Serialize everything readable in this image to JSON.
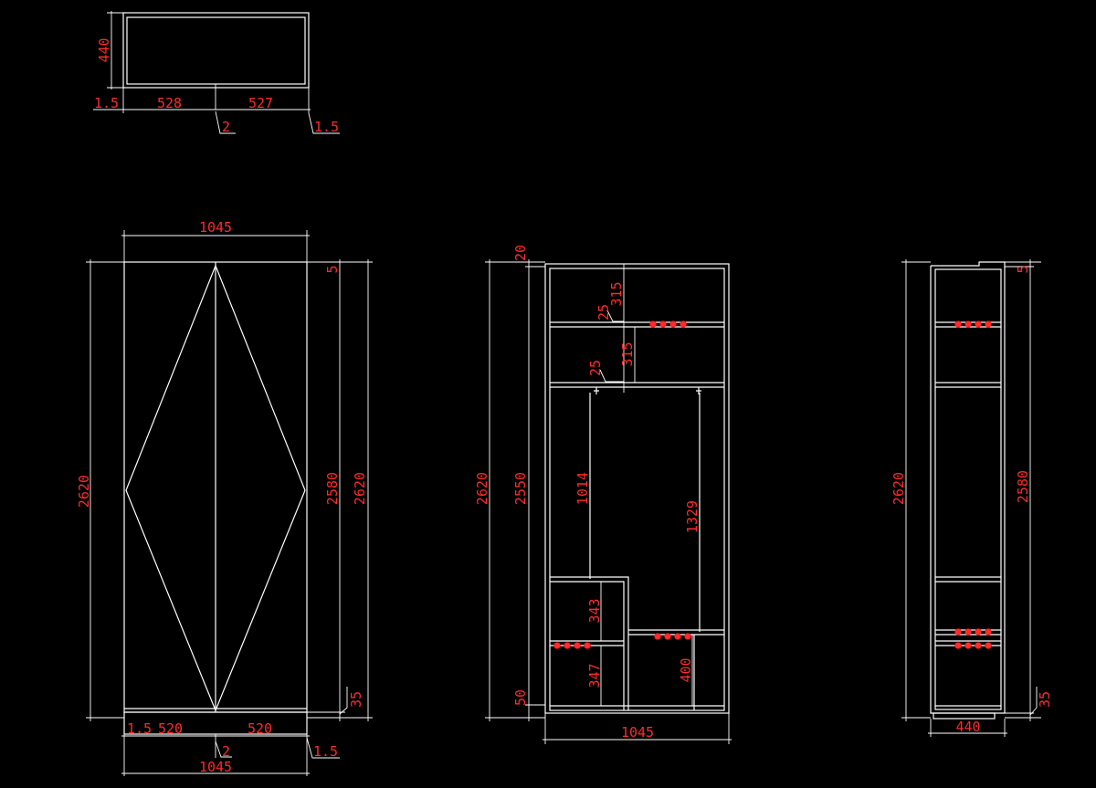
{
  "colors": {
    "background": "#000000",
    "lines": "#ffffff",
    "dimensions": "#ff2a2a"
  },
  "top_view": {
    "depth": "440",
    "left_edge": "1.5",
    "left_width": "528",
    "right_width": "527",
    "gap": "2",
    "right_edge": "1.5"
  },
  "front_view": {
    "top_width": "1045",
    "height_left": "2620",
    "top_gap": "5",
    "inner_height": "2580",
    "height_right": "2620",
    "plinth": "35",
    "left_edge": "1.5",
    "left_door": "520",
    "right_door": "520",
    "gap": "2",
    "right_edge": "1.5",
    "bottom_width": "1045"
  },
  "interior_view": {
    "top_gap": "20",
    "height_outer": "2620",
    "height_inner": "2550",
    "bottom_gap": "50",
    "shelf_upper": "315",
    "board_upper": "25",
    "shelf_middle": "315",
    "board_middle": "25",
    "rod_left": "1014",
    "rod_right": "1329",
    "cell_upper": "343",
    "cell_lower": "347",
    "cell_right": "400",
    "width": "1045"
  },
  "side_view": {
    "height_outer": "2620",
    "top_gap": "5",
    "inner_height": "2580",
    "plinth": "35",
    "depth": "440"
  }
}
